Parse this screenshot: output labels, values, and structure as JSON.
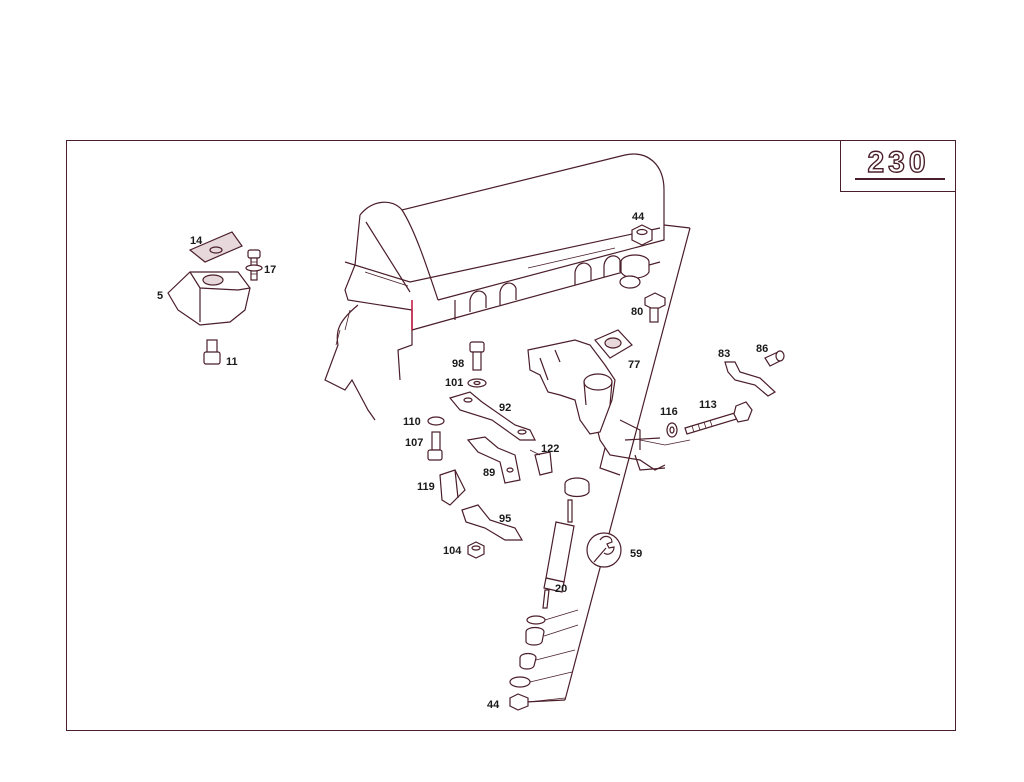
{
  "badge": {
    "model": "230"
  },
  "labels": {
    "p14": "14",
    "p17": "17",
    "p5": "5",
    "p11": "11",
    "p44_top": "44",
    "p80": "80",
    "p77": "77",
    "p98": "98",
    "p101": "101",
    "p92": "92",
    "p110": "110",
    "p107": "107",
    "p89": "89",
    "p122": "122",
    "p119": "119",
    "p95": "95",
    "p104": "104",
    "p20": "20",
    "p59": "59",
    "p83": "83",
    "p86": "86",
    "p113": "113",
    "p116": "116",
    "p44_bottom": "44"
  },
  "colors": {
    "line": "#4a1e2a",
    "accent": "#c0103a"
  }
}
